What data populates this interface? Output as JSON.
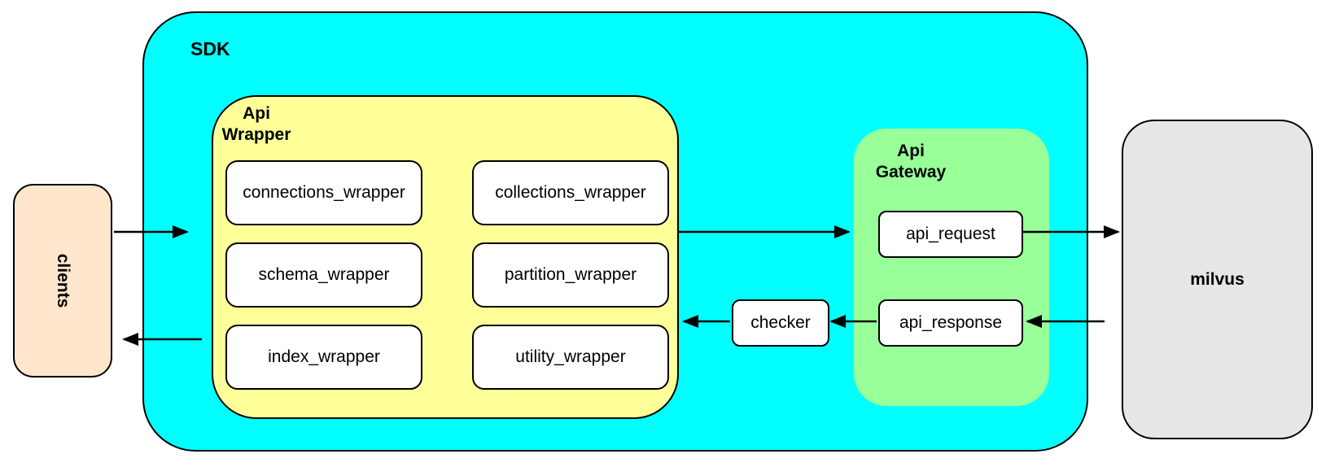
{
  "diagram": {
    "clients": {
      "label": "clients",
      "fill": "#FFE6CC"
    },
    "sdk": {
      "label": "SDK",
      "fill": "#00FFFF"
    },
    "api_wrapper": {
      "label": "Api\nWrapper",
      "fill": "#FFFF99",
      "items": [
        "connections_wrapper",
        "collections_wrapper",
        "schema_wrapper",
        "partition_wrapper",
        "index_wrapper",
        "utility_wrapper"
      ]
    },
    "checker": {
      "label": "checker"
    },
    "api_gateway": {
      "label": "Api\nGateway",
      "fill": "#99FF99",
      "request_label": "api_request",
      "response_label": "api_response"
    },
    "milvus": {
      "label": "milvus",
      "fill": "#E6E6E6"
    },
    "node_fill": "#FFFFFF",
    "stroke_color": "#000000",
    "flows": [
      {
        "from": "clients",
        "to": "api_wrapper"
      },
      {
        "from": "api_wrapper",
        "to": "api_request"
      },
      {
        "from": "api_request",
        "to": "milvus"
      },
      {
        "from": "milvus",
        "to": "api_response"
      },
      {
        "from": "api_response",
        "to": "checker"
      },
      {
        "from": "checker",
        "to": "api_wrapper"
      },
      {
        "from": "api_wrapper",
        "to": "clients"
      }
    ]
  }
}
